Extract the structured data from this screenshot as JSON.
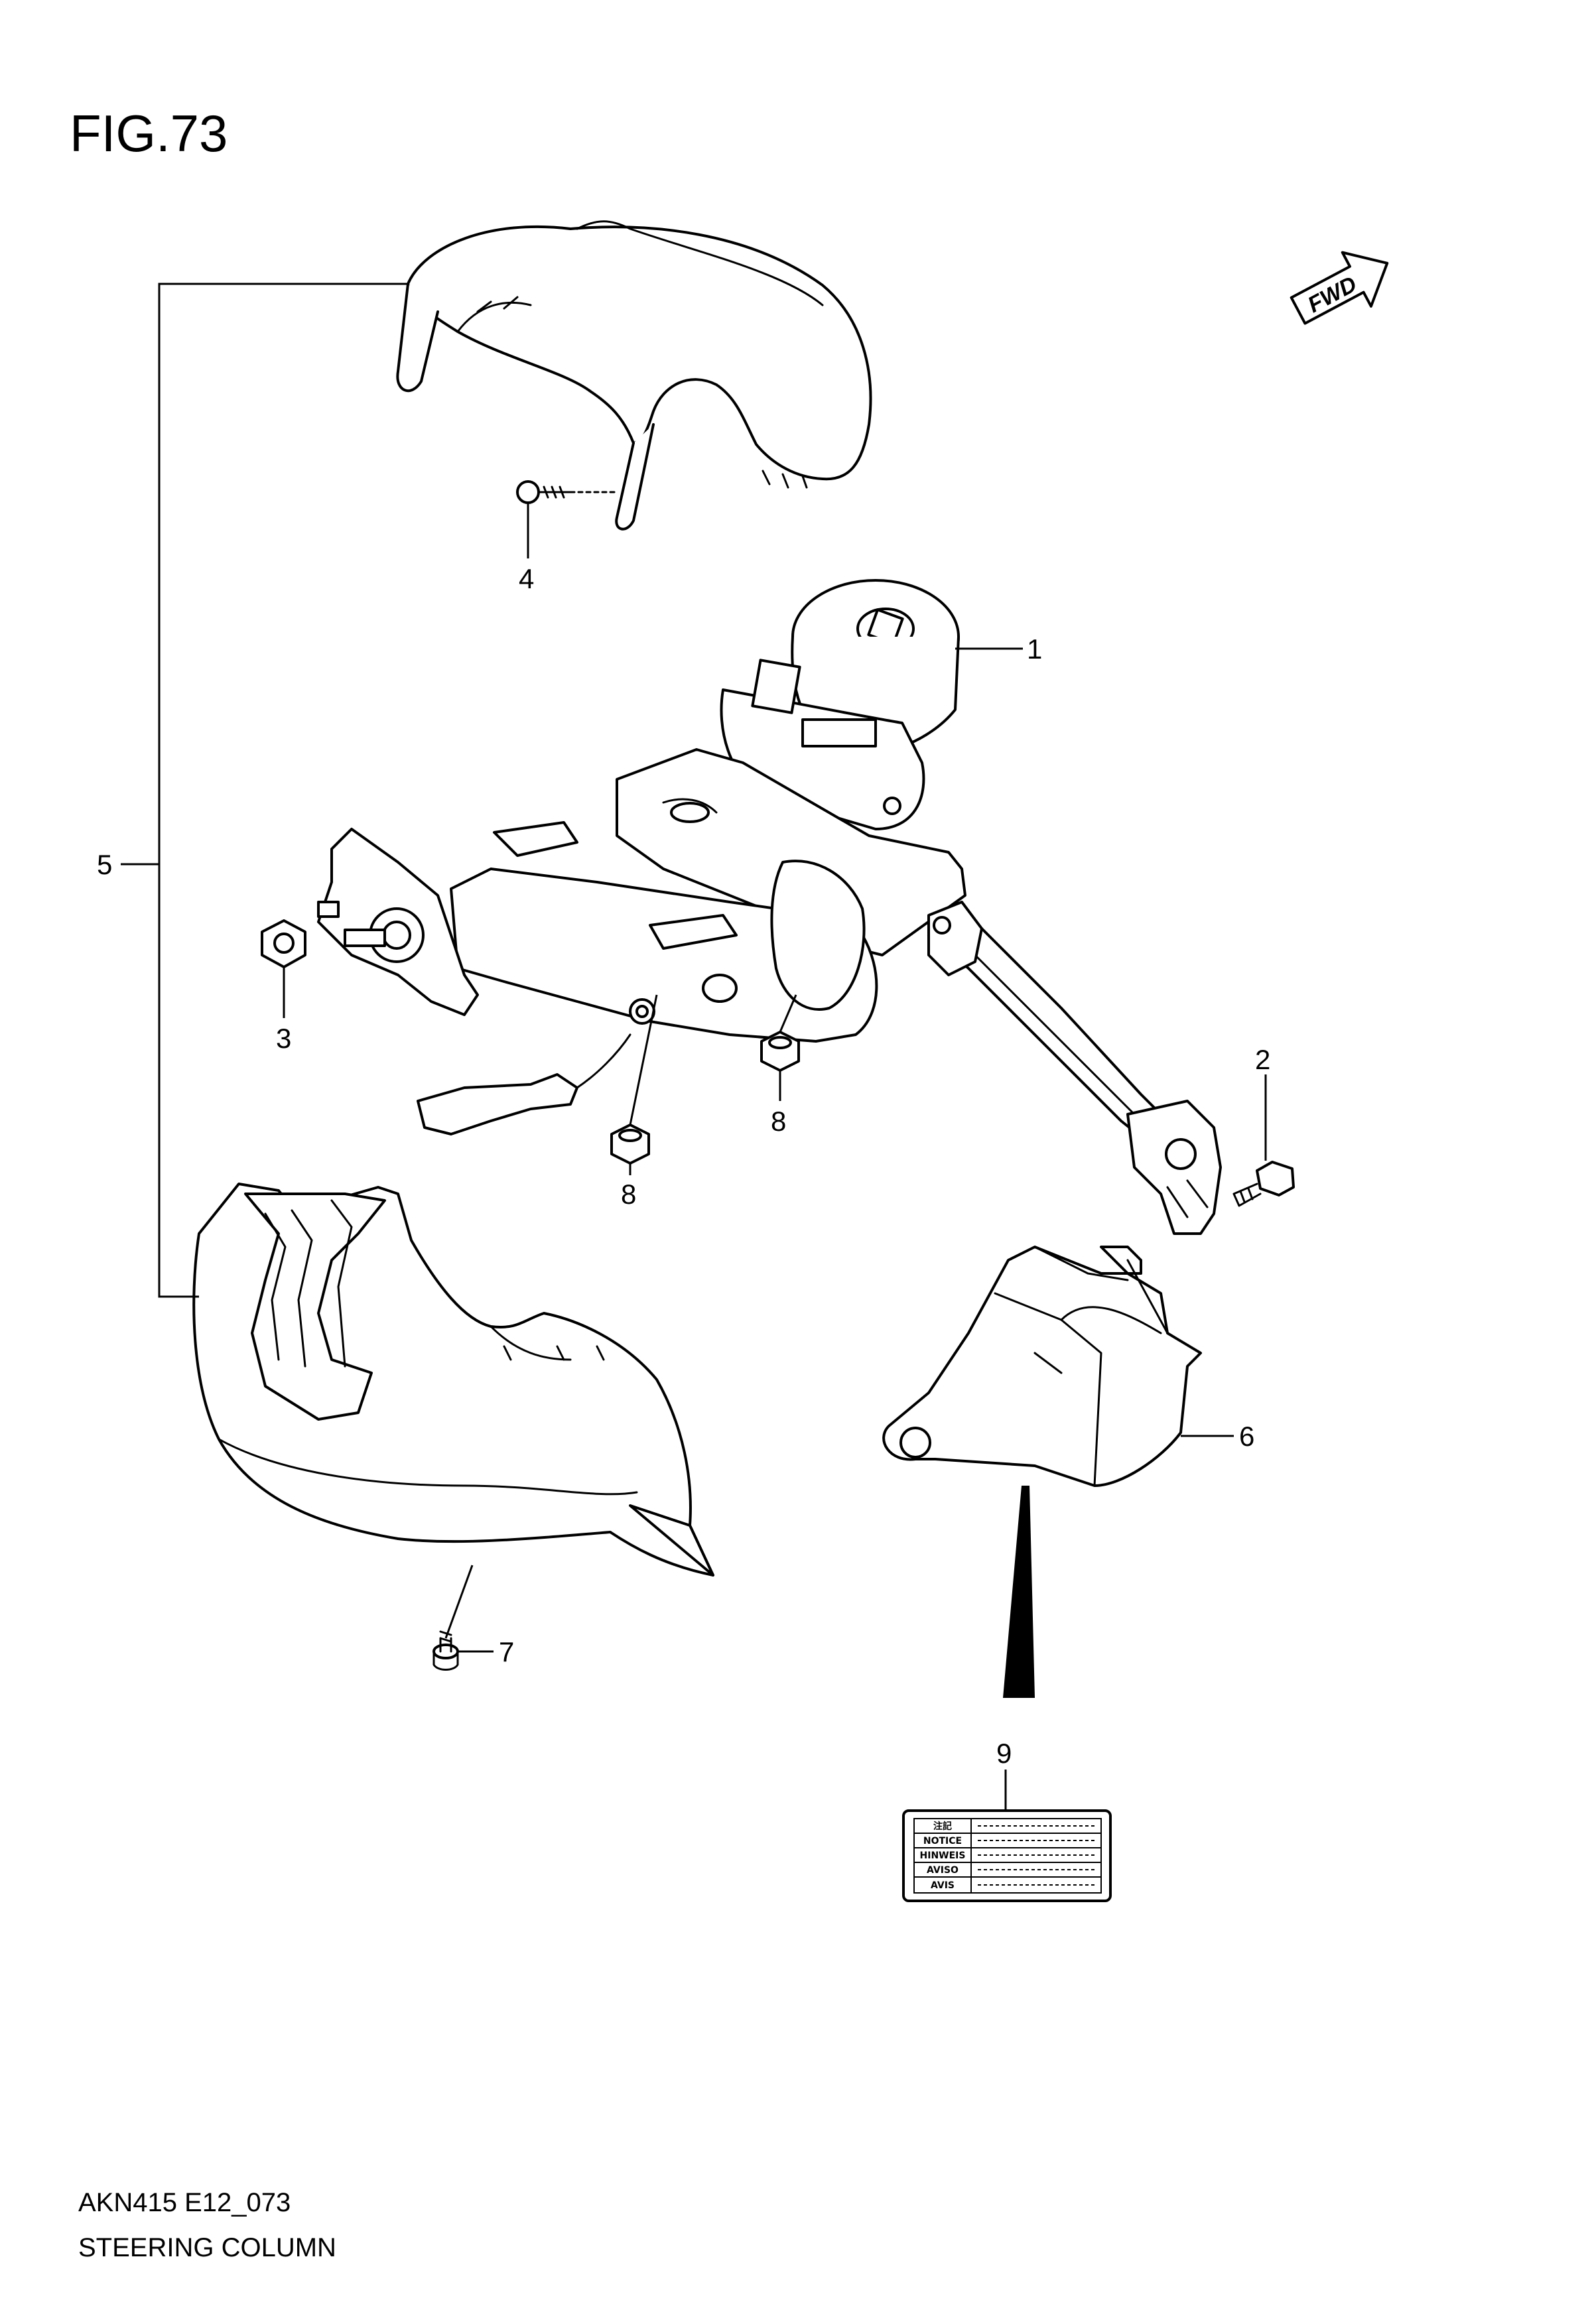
{
  "figure": {
    "title": "FIG.73",
    "code": "AKN415 E12_073",
    "caption": "STEERING COLUMN",
    "fwd_icon_text": "FWD",
    "fwd_icon": "fwd-arrow-icon"
  },
  "callouts": [
    {
      "id": "1",
      "label": "1"
    },
    {
      "id": "2",
      "label": "2"
    },
    {
      "id": "3",
      "label": "3"
    },
    {
      "id": "4",
      "label": "4"
    },
    {
      "id": "5",
      "label": "5"
    },
    {
      "id": "6",
      "label": "6"
    },
    {
      "id": "7",
      "label": "7"
    },
    {
      "id": "8a",
      "label": "8"
    },
    {
      "id": "8b",
      "label": "8"
    },
    {
      "id": "9",
      "label": "9"
    }
  ],
  "warning_label": {
    "rows": [
      "注記",
      "NOTICE",
      "HINWEIS",
      "AVISO",
      "AVIS"
    ]
  },
  "colors": {
    "line": "#000000",
    "background": "#ffffff"
  }
}
